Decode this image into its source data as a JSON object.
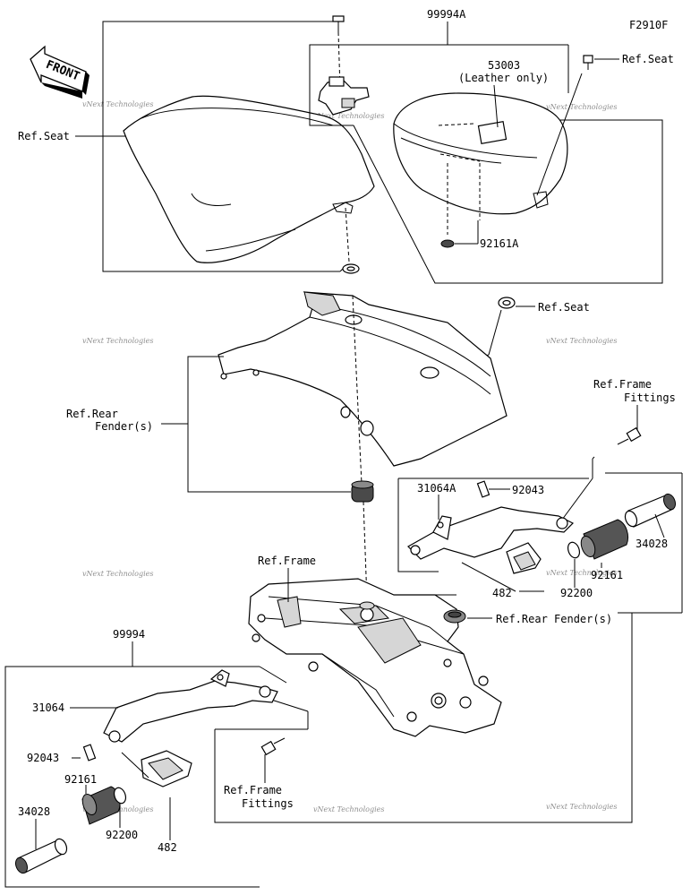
{
  "figure_code": "F2910F",
  "front_arrow": "FRONT",
  "watermark": "vNext Technologies",
  "labels": {
    "kit_a": "99994A",
    "seat_cover": "53003",
    "seat_cover_note": "(Leather only)",
    "ref_seat_1": "Ref.Seat",
    "ref_seat_2": "Ref.Seat",
    "ref_seat_3": "Ref.Seat",
    "washer_a": "92161A",
    "ref_rear_fender_line1": "Ref.Rear",
    "ref_rear_fender_line2": "Fender(s)",
    "ref_frame_fittings_top_line1": "Ref.Frame",
    "ref_frame_fittings_top_line2": "Fittings",
    "bracket_a": "31064A",
    "pin_r": "92043",
    "grip_r": "34028",
    "collar_r": "92161",
    "washer_r": "92200",
    "cotter_r": "482",
    "ref_frame": "Ref.Frame",
    "ref_rear_fender_2": "Ref.Rear Fender(s)",
    "kit": "99994",
    "bracket": "31064",
    "pin_l": "92043",
    "collar_l": "92161",
    "grip_l": "34028",
    "washer_l": "92200",
    "cotter_l": "482",
    "ref_frame_fittings_bottom_line1": "Ref.Frame",
    "ref_frame_fittings_bottom_line2": "Fittings"
  }
}
